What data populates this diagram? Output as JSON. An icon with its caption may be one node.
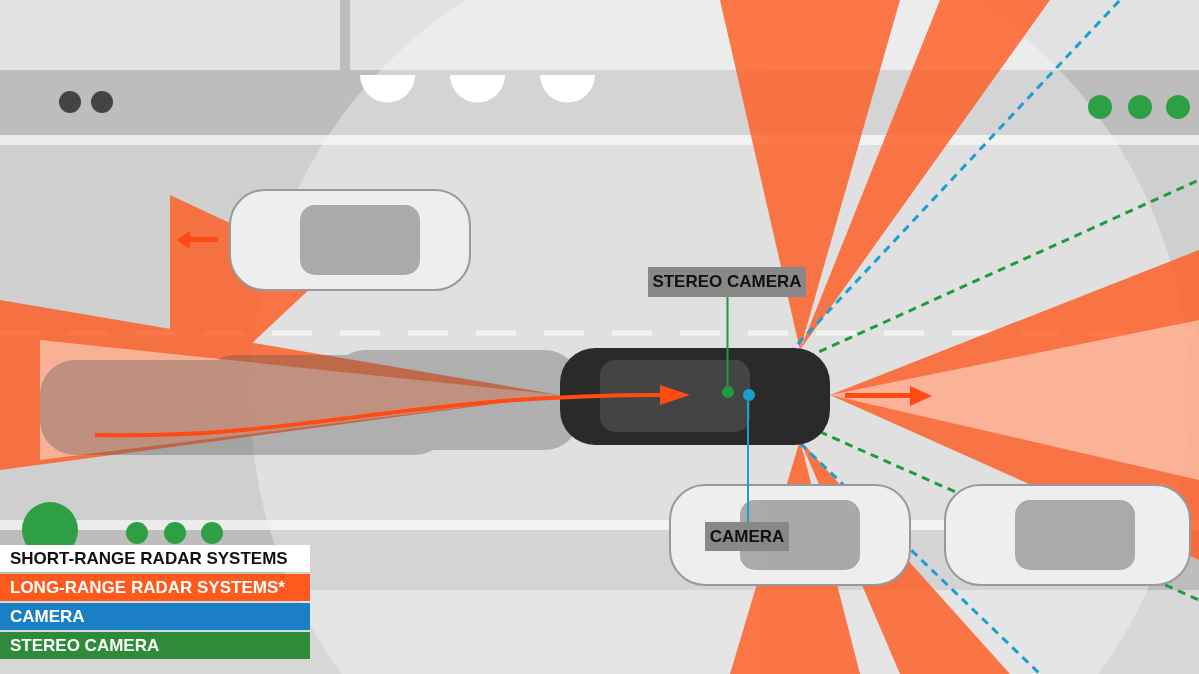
{
  "diagram": {
    "nodes": [
      {
        "text": [
          "STEREO CAMERA"
        ]
      },
      {
        "text": [
          "CAMERA"
        ]
      },
      {
        "text": [],
        "shape": "circle"
      },
      {
        "text": [],
        "shape": "circle"
      }
    ],
    "edges": [
      {
        "from": 0,
        "to": 2,
        "arrow": "none",
        "color": "#1f9a3c"
      },
      {
        "from": 1,
        "to": 3,
        "arrow": "none",
        "color": "#1a9fd0"
      }
    ],
    "legend": [
      {
        "text": "SHORT-RANGE RADAR SYSTEMS",
        "color": "#ffffff"
      },
      {
        "text": "LONG-RANGE RADAR SYSTEMS*",
        "color": "#ff5a1e"
      },
      {
        "text": "CAMERA",
        "color": "#1a7fc4"
      },
      {
        "text": "STEREO CAMERA",
        "color": "#2e8b3a"
      }
    ]
  }
}
